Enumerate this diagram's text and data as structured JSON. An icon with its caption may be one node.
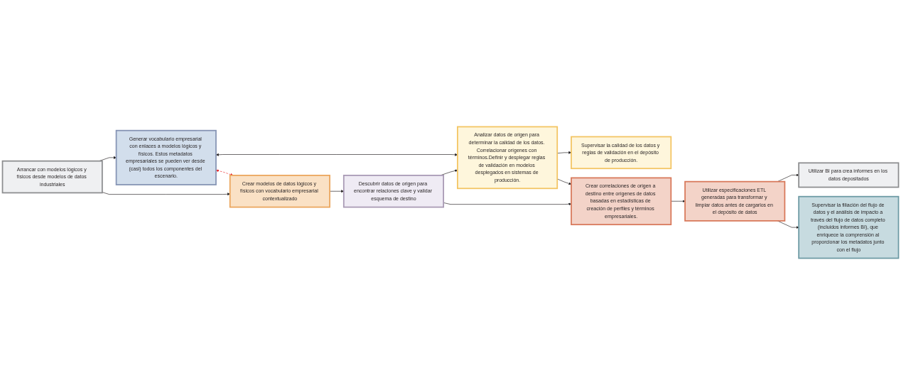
{
  "diagram": {
    "nodes": [
      {
        "text": [
          "Generar vocabulario empresarial con enlaces a modelos lógicos y físicos. Estos metadatos empresariales se pueden ver desde (casi) todos los componentes del escenario."
        ]
      },
      {
        "text": [
          "Analizar datos de origen para determinar la calidad de los datos. Correlacionar orígenes con términos.Definir y desplegar reglas de validación en modelos desplegados en sistemas de producción."
        ]
      },
      {
        "text": [
          "Supervisar la calidad de los datos y reglas de validación en el depósito de producción."
        ]
      },
      {
        "text": [
          "Utilizar BI para crea informes en los datos depositados"
        ]
      },
      {
        "text": [
          "Arrancar con modelos lógicos y físicos desde modelos de datos industriales"
        ]
      },
      {
        "text": [
          "Descubrir datos de origen para encontrar relaciones clave y validar esquema de destino"
        ]
      },
      {
        "text": [
          "Crear correlaciones de origen a destino entre orígenes de datos basadas en estadísticas de creación de perfiles y términos empresariales."
        ]
      },
      {
        "text": [
          "Utilizar especificaciones ETL generadas para transformar y limpiar datos antes de cargarlos en el depósito de datos"
        ]
      },
      {
        "text": [
          "Crear modelos de datos lógicos y físicos con vocabulario empresarial contextualizado"
        ]
      },
      {
        "text": [
          "Supervisar la filiación del flujo de datos y el análisis de impacto a través del flujo de datos completo (incluidos informes BI), que enriquece la comprensión al proporcionar los metadatos junto con el flujo"
        ]
      }
    ],
    "edges": [
      {
        "from": 0,
        "to": 1,
        "arrow": "both"
      },
      {
        "from": 1,
        "to": 2,
        "arrow": "to"
      },
      {
        "from": 4,
        "to": 0,
        "arrow": "to"
      },
      {
        "from": 4,
        "to": 8,
        "arrow": "to"
      },
      {
        "from": 0,
        "to": 8,
        "arrow": "both",
        "style": "dashed",
        "color": "#e8262b"
      },
      {
        "from": 8,
        "to": 5,
        "arrow": "to"
      },
      {
        "from": 5,
        "to": 1,
        "arrow": "to"
      },
      {
        "from": 1,
        "to": 6,
        "arrow": "to"
      },
      {
        "from": 5,
        "to": 6,
        "arrow": "to"
      },
      {
        "from": 6,
        "to": 7,
        "arrow": "to"
      },
      {
        "from": 7,
        "to": 3,
        "arrow": "to"
      },
      {
        "from": 7,
        "to": 9,
        "arrow": "to"
      }
    ]
  }
}
